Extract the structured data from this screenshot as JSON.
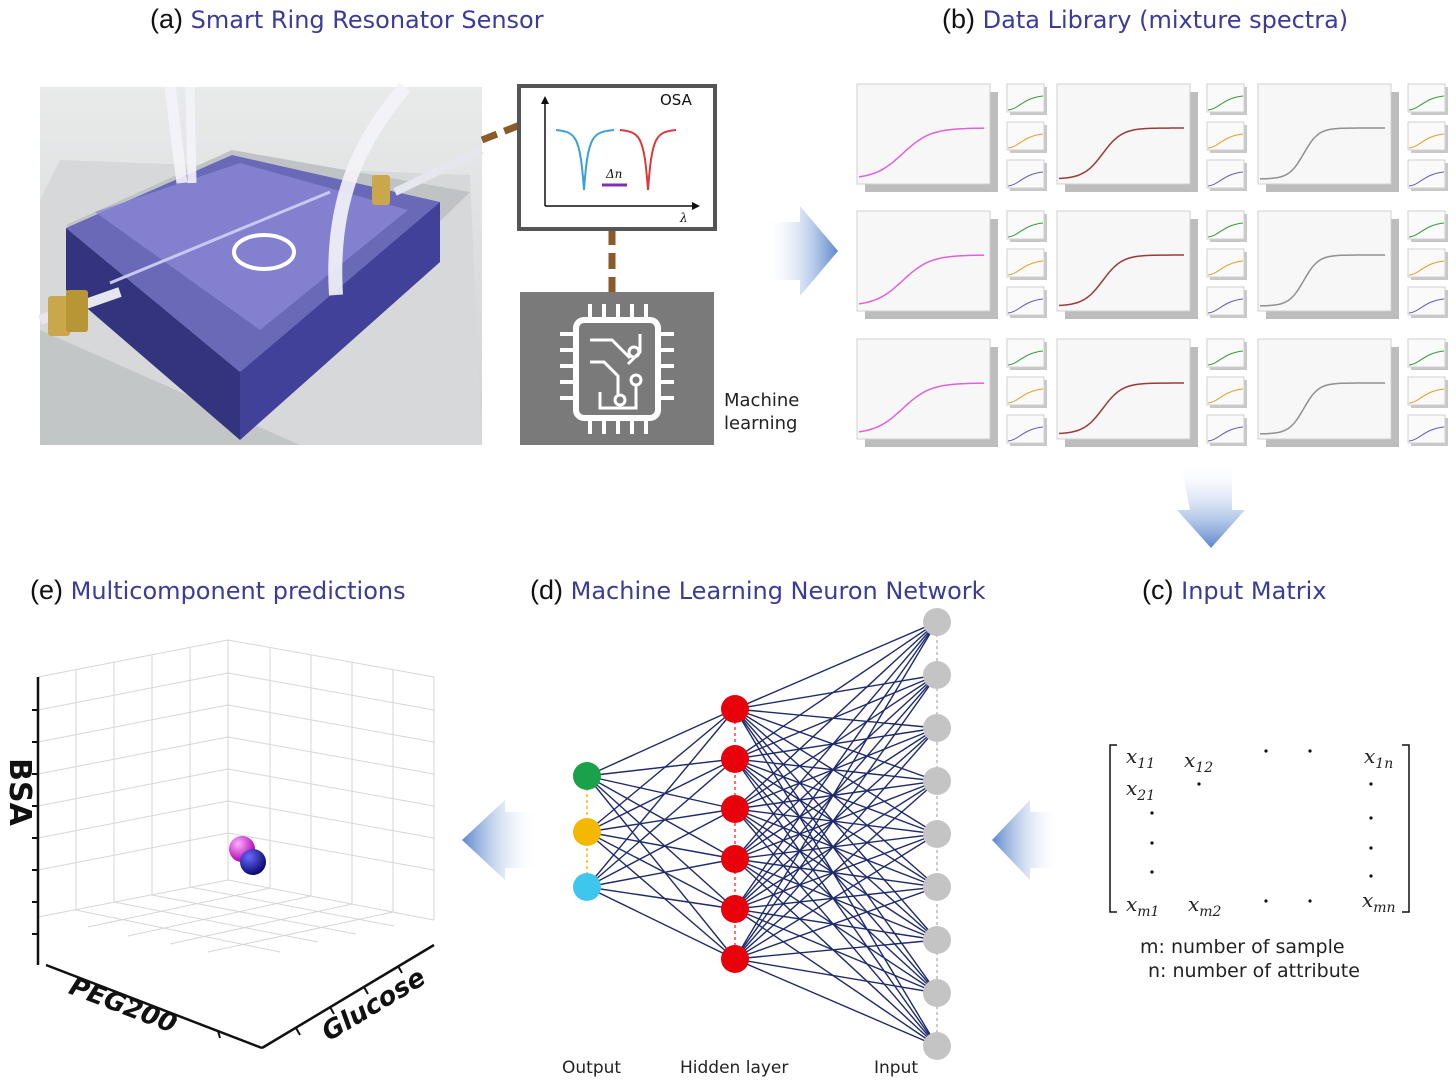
{
  "panels": {
    "a": {
      "letter": "(a)",
      "title": "Smart Ring Resonator Sensor"
    },
    "b": {
      "letter": "(b)",
      "title": "Data Library (mixture spectra)"
    },
    "c": {
      "letter": "(c)",
      "title": "Input Matrix"
    },
    "d": {
      "letter": "(d)",
      "title": "Machine Learning Neuron Network"
    },
    "e": {
      "letter": "(e)",
      "title": "Multicomponent predictions"
    }
  },
  "osa": {
    "label": "OSA",
    "delta_label": "Δn",
    "axis_label": "λ"
  },
  "ml_chip": {
    "caption_line1": "Machine",
    "caption_line2": "learning"
  },
  "matrix": {
    "entries": {
      "x11": "x11",
      "x12": "x12",
      "x1n": "x1n",
      "x21": "x21",
      "xm1": "xm1",
      "xm2": "xm2",
      "xmn": "xmn"
    },
    "note1": "m: number of sample",
    "note2": "n: number of attribute"
  },
  "network": {
    "output_label": "Output",
    "hidden_label": "Hidden layer",
    "input_label": "Input",
    "output_colors": [
      "#1aa24a",
      "#f5b800",
      "#3fc6ef"
    ],
    "hidden_color": "#e8000b",
    "input_color": "#c4c4c4",
    "edge_color": "#1f2a6b",
    "output_count": 3,
    "hidden_count": 6,
    "input_count": 9
  },
  "plot3d": {
    "axis_z": "BSA",
    "axis_x": "PEG200",
    "axis_y": "Glucose",
    "sphere_colors": [
      "#c81ec8",
      "#14148c"
    ]
  },
  "library": {
    "curve_colors": [
      "#e060e0",
      "#9a3a3a",
      "#909090"
    ],
    "mini_colors": [
      "#3a9a3a",
      "#e0a030",
      "#6060c0"
    ]
  }
}
